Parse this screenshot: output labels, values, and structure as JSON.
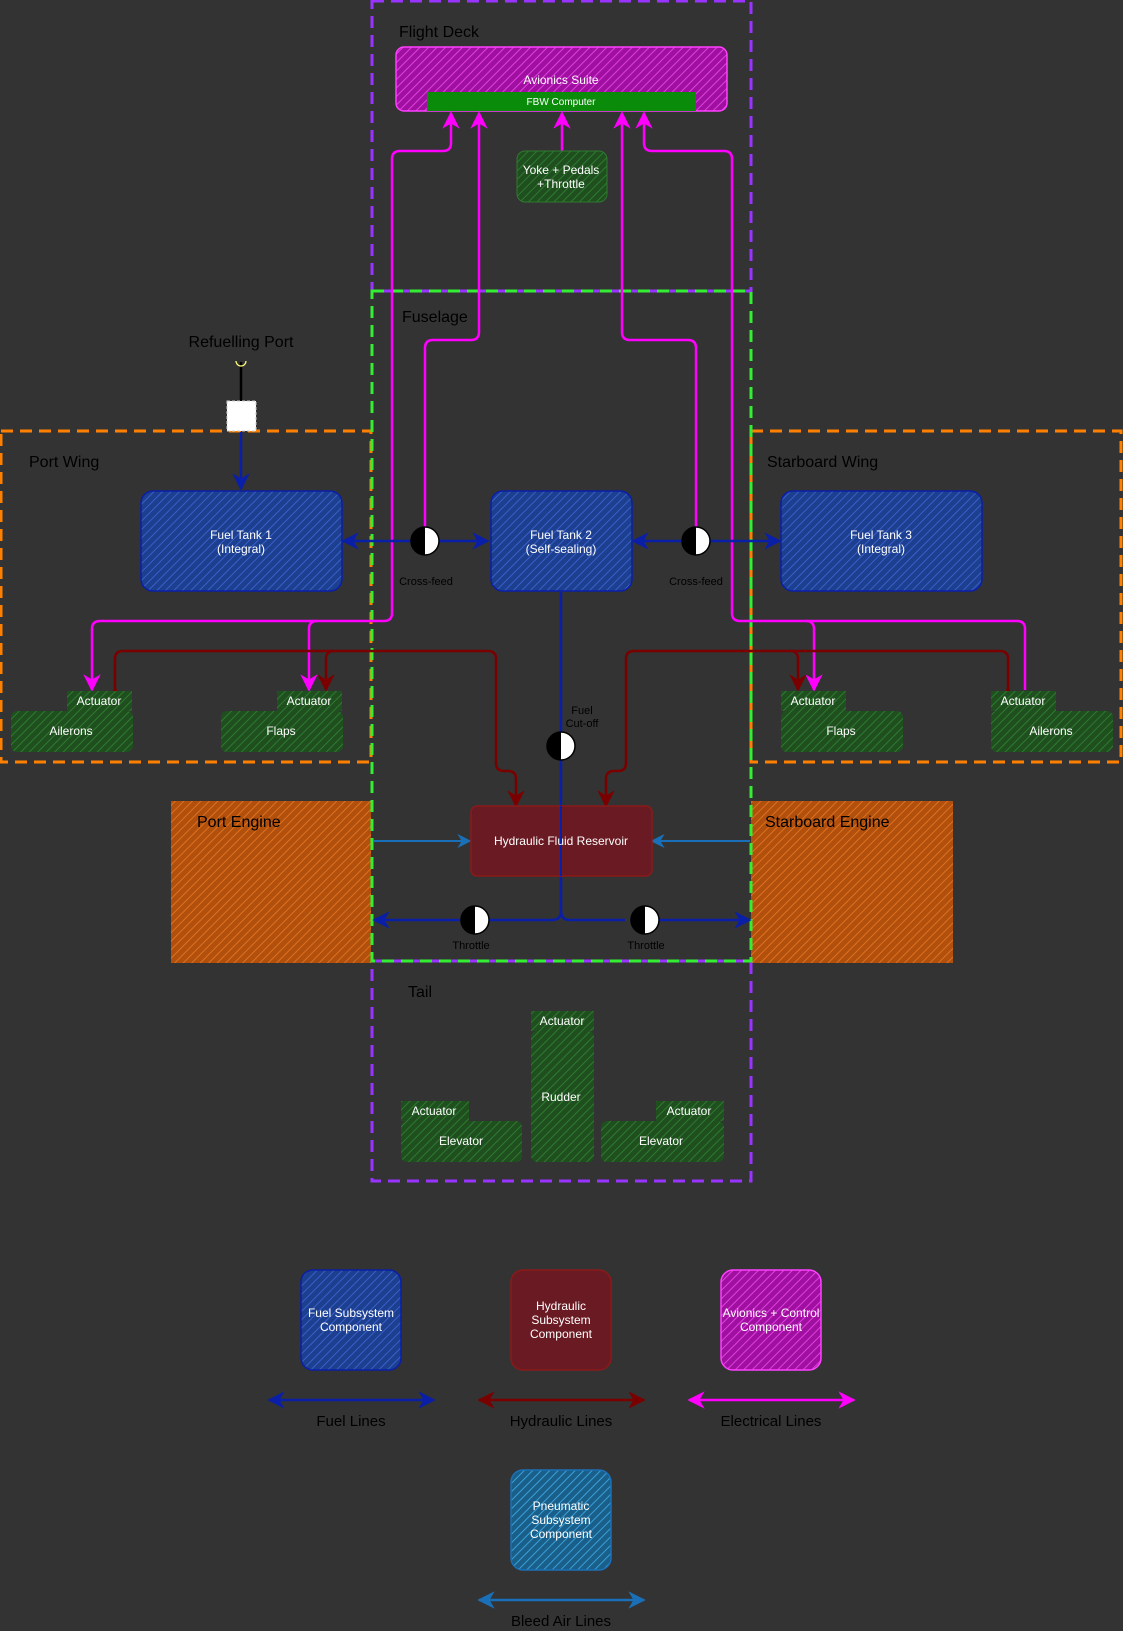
{
  "regions": {
    "flight_deck": "Flight Deck",
    "fuselage": "Fuselage",
    "port_wing": "Port Wing",
    "starboard_wing": "Starboard Wing",
    "port_engine": "Port Engine",
    "starboard_engine": "Starboard Engine",
    "tail": "Tail",
    "refuelling_port": "Refuelling Port"
  },
  "components": {
    "avionics_suite": "Avionics Suite",
    "fbw_computer": "FBW Computer",
    "yoke_line1": "Yoke + Pedals",
    "yoke_line2": "+Throttle",
    "fuel_tank1_line1": "Fuel Tank 1",
    "fuel_tank1_line2": "(Integral)",
    "fuel_tank2_line1": "Fuel Tank 2",
    "fuel_tank2_line2": "(Self-sealing)",
    "fuel_tank3_line1": "Fuel Tank 3",
    "fuel_tank3_line2": "(Integral)",
    "crossfeed": "Cross-feed",
    "fuel_cutoff_line1": "Fuel",
    "fuel_cutoff_line2": "Cut-off",
    "hydraulic_reservoir": "Hydraulic Fluid Reservoir",
    "throttle": "Throttle",
    "actuator": "Actuator",
    "ailerons": "Ailerons",
    "flaps": "Flaps",
    "rudder": "Rudder",
    "elevator": "Elevator"
  },
  "legend": {
    "fuel_component_line1": "Fuel Subsystem",
    "fuel_component_line2": "Component",
    "hydraulic_component_line1": "Hydraulic",
    "hydraulic_component_line2": "Subsystem",
    "hydraulic_component_line3": "Component",
    "avionics_component_line1": "Avionics + Control",
    "avionics_component_line2": "Component",
    "pneumatic_component_line1": "Pneumatic",
    "pneumatic_component_line2": "Subsystem",
    "pneumatic_component_line3": "Component",
    "fuel_lines": "Fuel Lines",
    "hydraulic_lines": "Hydraulic Lines",
    "electrical_lines": "Electrical Lines",
    "bleed_air_lines": "Bleed Air Lines"
  },
  "colors": {
    "background": "#333333",
    "fuel": "#0a1fa8",
    "fuel_fill": "#1c3f8f",
    "hydraulic": "#7a0000",
    "hydraulic_fill": "#6a1a22",
    "electrical": "#ff00ff",
    "avionics_fill": "#b010b0",
    "fbw": "#0a8c0a",
    "control_fill": "#1f5a1f",
    "pneumatic": "#1a70b8",
    "pneumatic_fill": "#1a6a9a",
    "wing_border": "#ff8000",
    "engine_fill": "#c05a10",
    "fuselage_border": "#33ee33",
    "deck_border": "#9933ff"
  }
}
